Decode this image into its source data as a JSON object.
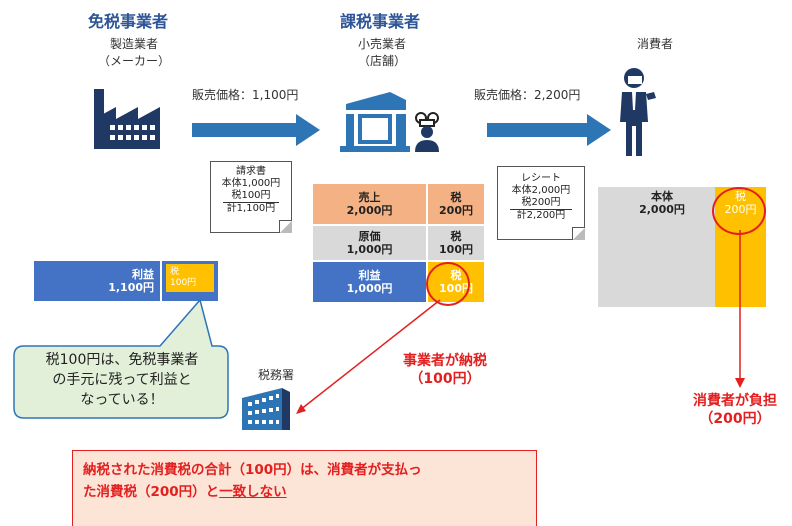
{
  "tax_exempt": {
    "heading": "免税事業者",
    "role_line1": "製造業者",
    "role_line2": "（メーカー）",
    "sale_price": "販売価格：1,100円"
  },
  "taxable": {
    "heading": "課税事業者",
    "role_line1": "小売業者",
    "role_line2": "（店舗）",
    "sale_price": "販売価格：2,200円"
  },
  "consumer": {
    "label": "消費者"
  },
  "invoice": {
    "title": "請求書",
    "line1": "本体1,000円",
    "line2": "税100円",
    "line3": "計1,100円"
  },
  "receipt": {
    "title": "レシート",
    "line1": "本体2,000円",
    "line2": "税200円",
    "line3": "計2,200円"
  },
  "retailer_table": {
    "sales_label": "売上",
    "sales_value": "2,000円",
    "sales_tax_label": "税",
    "sales_tax_value": "200円",
    "cost_label": "原価",
    "cost_value": "1,000円",
    "cost_tax_label": "税",
    "cost_tax_value": "100円",
    "profit_label": "利益",
    "profit_value": "1,000円",
    "pay_tax_label": "税",
    "pay_tax_value": "100円"
  },
  "maker_bar": {
    "profit_label": "利益",
    "profit_value": "1,100円",
    "tax_label": "税",
    "tax_value": "100円"
  },
  "consumer_bar": {
    "body_label": "本体",
    "body_value": "2,000円",
    "tax_label": "税",
    "tax_value": "200円"
  },
  "speech": {
    "line1": "税100円は、免税事業者",
    "line2": "の手元に残って利益と",
    "line3": "なっている！"
  },
  "tax_office": {
    "label": "税務署"
  },
  "retailer_pays": {
    "line1": "事業者が納税",
    "line2": "（100円）"
  },
  "consumer_burden": {
    "line1": "消費者が負担",
    "line2": "（200円）"
  },
  "conclusion": {
    "text_part1": "納税された消費税の合計（100円）は、消費者が支払っ",
    "text_part2": "た消費税（200円）と",
    "text_emphasis": "一致しない"
  },
  "colors": {
    "heading_blue": "#2E5597",
    "arrow_blue": "#2E75B6",
    "sales_orange": "#F4B183",
    "cost_gray": "#D9D9D9",
    "profit_blue": "#4472C4",
    "tax_gold": "#FFC000",
    "body_gray": "#D9D9D9",
    "alert_red": "#E31F1F",
    "bubble_green": "#E2F0D9",
    "conclusion_fill": "#FCE4D6"
  },
  "icons": [
    "factory-icon",
    "store-icon",
    "chef-icon",
    "consumer-icon",
    "tax-office-building-icon"
  ]
}
